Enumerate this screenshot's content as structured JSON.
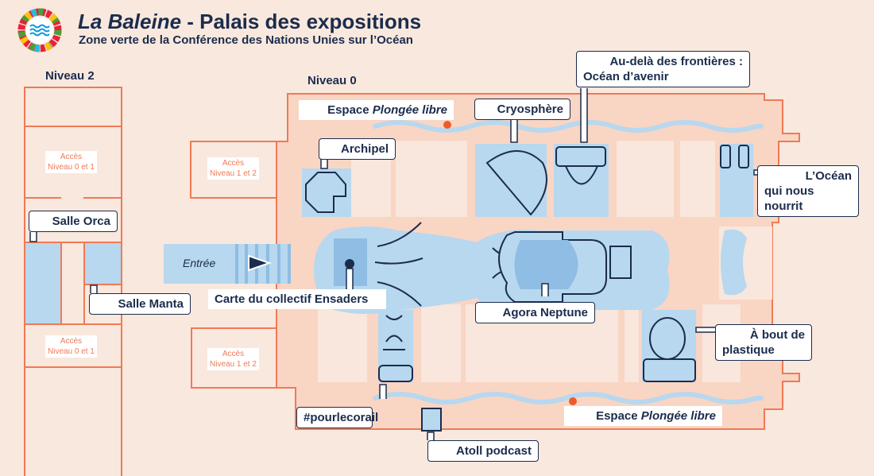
{
  "header": {
    "title_italic": "La Baleine",
    "title_rest": " - Palais des expositions",
    "subtitle": "Zone verte de la Conférence des Nations Unies sur l’Océan",
    "logo_icon": "sdg-ocean-wheel-logo"
  },
  "levels": {
    "level2": "Niveau 2",
    "level0": "Niveau 0"
  },
  "access": {
    "level2_top": [
      "Accès",
      "Niveau 0 et 1"
    ],
    "level2_bottom": [
      "Accès",
      "Niveau 0 et 1"
    ],
    "level0_top": [
      "Accès",
      "Niveau 1 et 2"
    ],
    "level0_bottom": [
      "Accès",
      "Niveau 1 et 2"
    ]
  },
  "entrance": "Entrée",
  "rooms": {
    "orca": "Salle Orca",
    "manta": "Salle Manta",
    "plongee_top": {
      "prefix": "Espace ",
      "italic": "Plongée libre"
    },
    "plongee_bottom": {
      "prefix": "Espace ",
      "italic": "Plongée libre"
    },
    "cryosphere": "Cryosphère",
    "audela": [
      "Au-delà des frontières :",
      "Océan d’avenir"
    ],
    "archipel": "Archipel",
    "ocean_nourrit": [
      "L’Océan",
      "qui nous",
      "nourrit"
    ],
    "carte": "Carte du collectif Ensaders",
    "agora": "Agora Neptune",
    "plastique": [
      "À bout de",
      "plastique"
    ],
    "corail": "#pourlecorail",
    "atoll": "Atoll podcast"
  },
  "colors": {
    "background": "#f9e8dd",
    "building": "#f9d5c4",
    "outline": "#ef7a56",
    "water": "#b7d8ef",
    "water_dark": "#8fbde3",
    "navy": "#1b2c4d"
  }
}
